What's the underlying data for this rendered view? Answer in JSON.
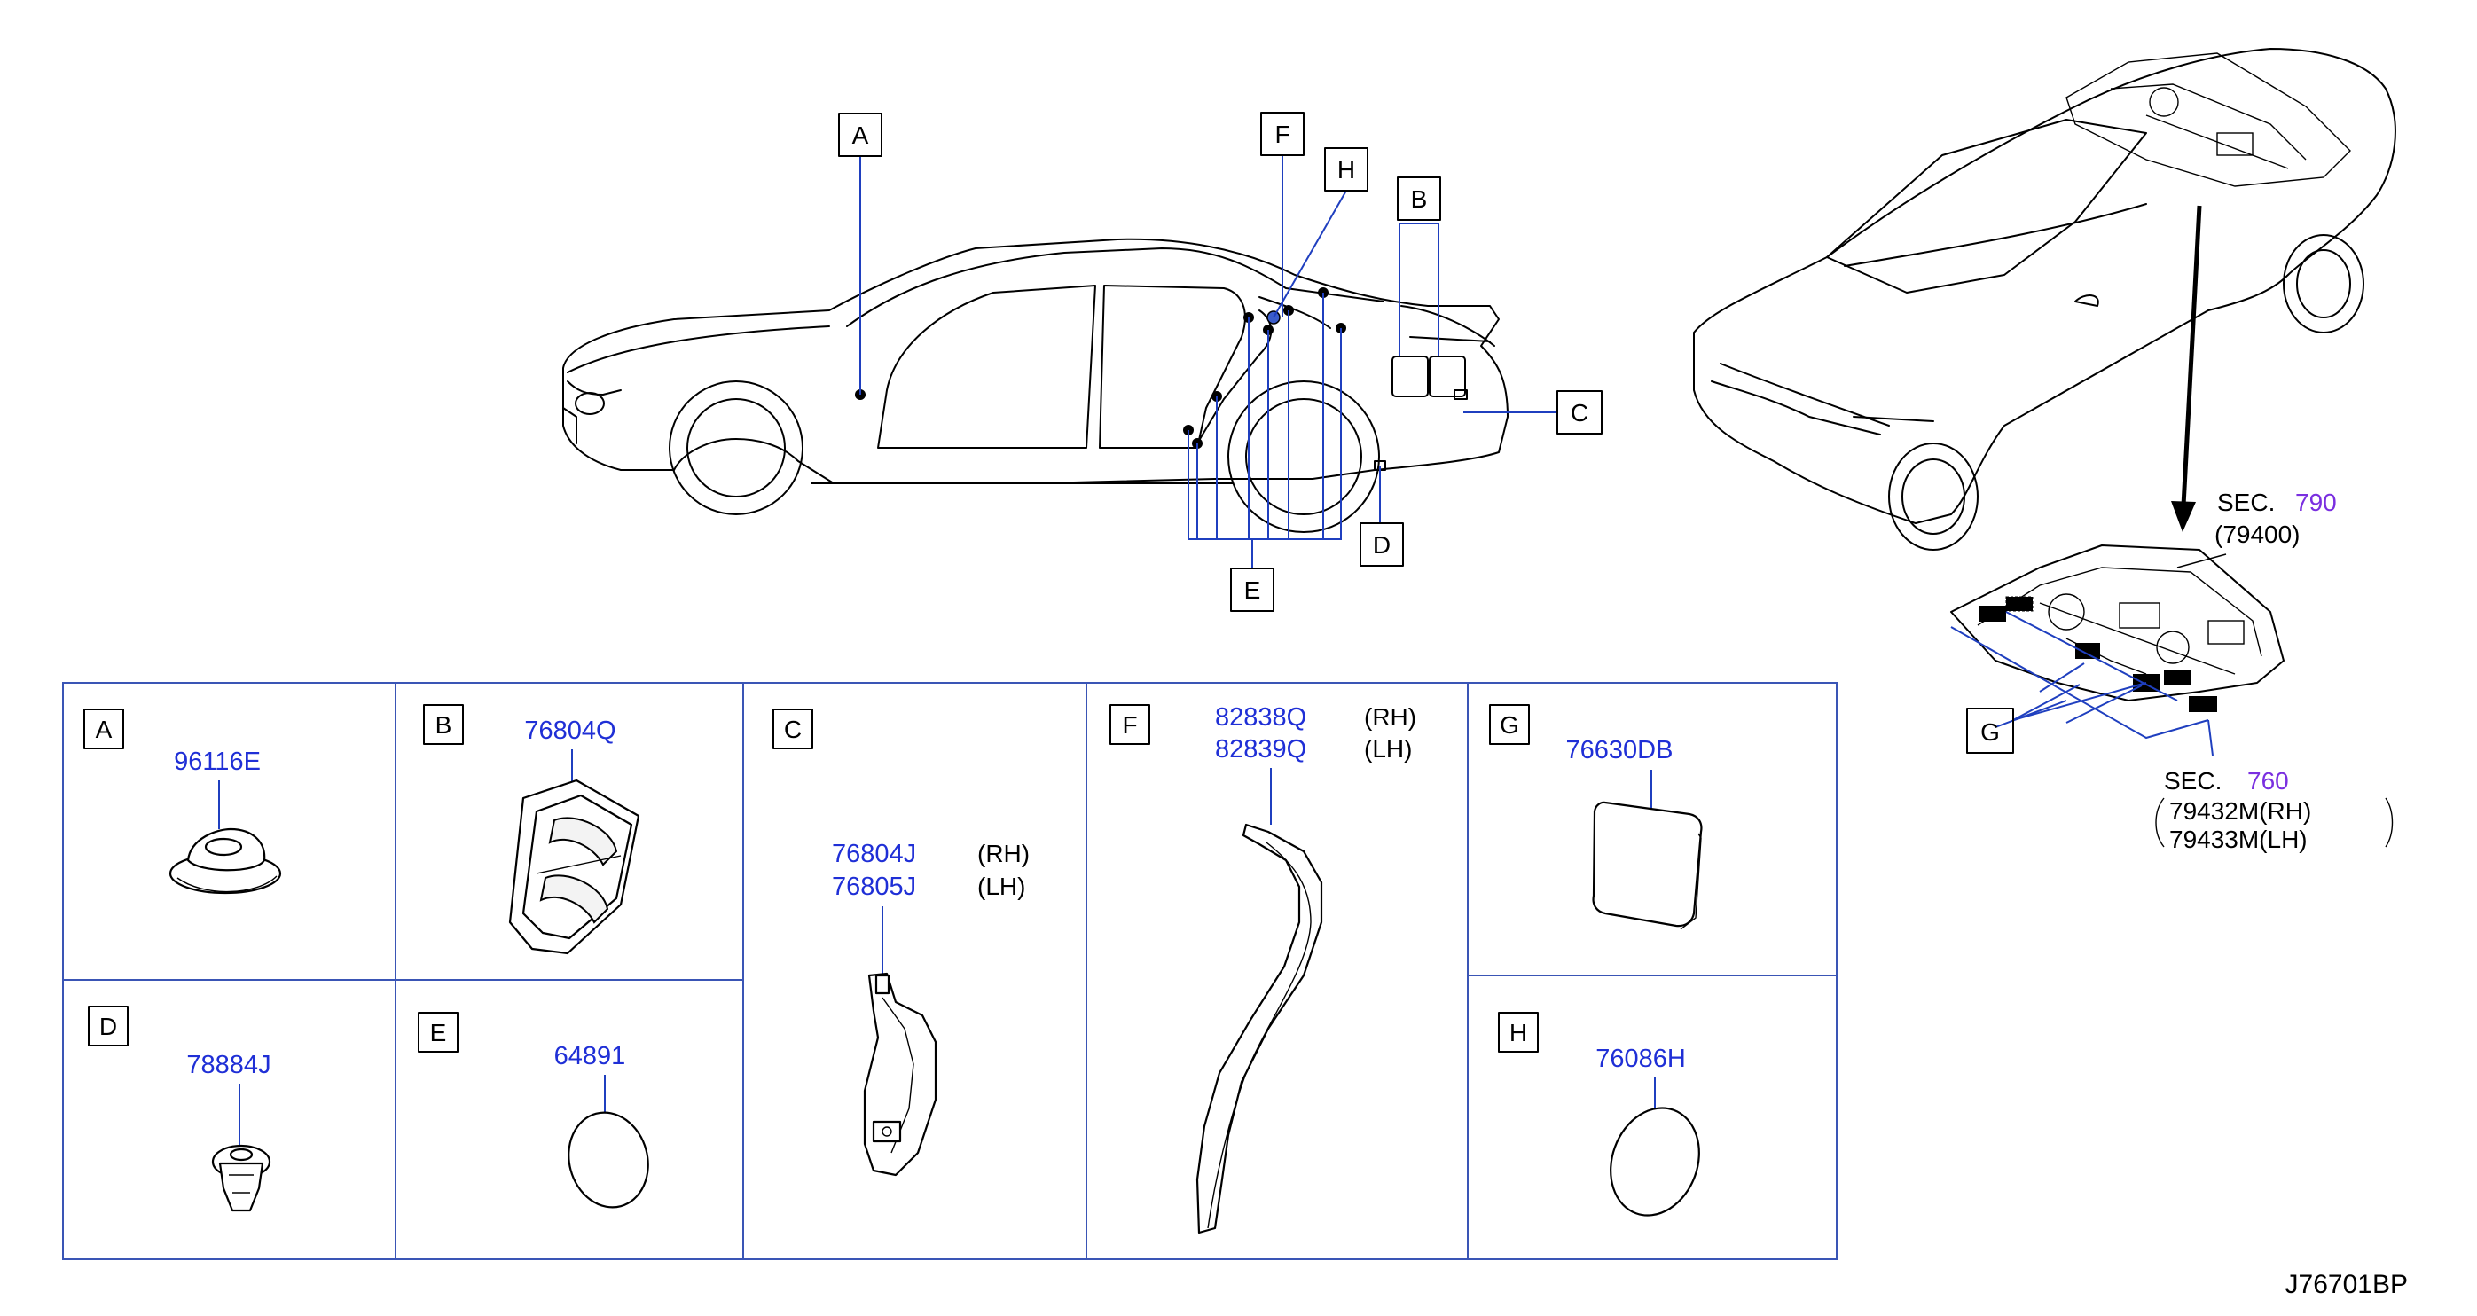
{
  "diagram_code": "J76701BP",
  "callouts": {
    "A": "A",
    "B": "B",
    "C": "C",
    "D": "D",
    "E": "E",
    "F": "F",
    "G": "G",
    "H": "H"
  },
  "section_refs": {
    "sec_790_prefix": "SEC.",
    "sec_790_number": "790",
    "sec_790_sub": "(79400)",
    "sec_760_prefix": "SEC.",
    "sec_760_number": "760",
    "sec_760_sub1": "79432M(RH)",
    "sec_760_sub2": "79433M(LH)"
  },
  "parts": {
    "A": {
      "label": "A",
      "part_number": "96116E"
    },
    "B": {
      "label": "B",
      "part_number": "76804Q"
    },
    "C": {
      "label": "C",
      "part_number_rh": "76804J",
      "side_rh": "(RH)",
      "part_number_lh": "76805J",
      "side_lh": "(LH)"
    },
    "D": {
      "label": "D",
      "part_number": "78884J"
    },
    "E": {
      "label": "E",
      "part_number": "64891"
    },
    "F": {
      "label": "F",
      "part_number_rh": "82838Q",
      "side_rh": "(RH)",
      "part_number_lh": "82839Q",
      "side_lh": "(LH)"
    },
    "G": {
      "label": "G",
      "part_number": "76630DB"
    },
    "H": {
      "label": "H",
      "part_number": "76086H"
    }
  },
  "colors": {
    "part_number": "#1f2fd6",
    "section_number": "#7a2fe0",
    "grid": "#3a55b5"
  }
}
